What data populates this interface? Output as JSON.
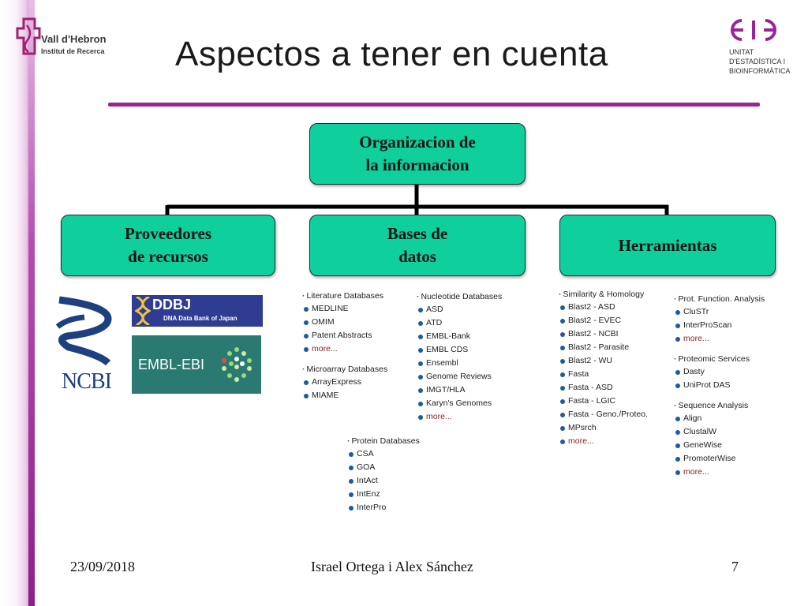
{
  "title": "Aspectos a tener en cuenta",
  "logo_left": {
    "name": "Vall d'Hebron",
    "subtitle": "Institut de Recerca"
  },
  "logo_right": {
    "mark": "eie",
    "lines": [
      "UNITAT",
      "D'ESTADÍSTICA I",
      "BIOINFORMÀTICA"
    ]
  },
  "colors": {
    "accent": "#9b2397",
    "box_fill": "#0fd09d"
  },
  "diagram": {
    "root": "Organizacion de\nla informacion",
    "children": [
      "Proveedores\nde recursos",
      "Bases de\ndatos",
      "Herramientas"
    ]
  },
  "providers": {
    "ncbi": "NCBI",
    "ddbj": {
      "name": "DDBJ",
      "subtitle": "DNA Data Bank of Japan"
    },
    "ebi": "EMBL-EBI"
  },
  "databases": {
    "literature": {
      "title": "Literature Databases",
      "items": [
        "MEDLINE",
        "OMIM",
        "Patent Abstracts",
        "more..."
      ]
    },
    "microarray": {
      "title": "Microarray Databases",
      "items": [
        "ArrayExpress",
        "MIAME"
      ]
    },
    "nucleotide": {
      "title": "Nucleotide Databases",
      "items": [
        "ASD",
        "ATD",
        "EMBL-Bank",
        "EMBL CDS",
        "Ensembl",
        "Genome Reviews",
        "IMGT/HLA",
        "Karyn's Genomes",
        "more..."
      ]
    },
    "protein": {
      "title": "Protein Databases",
      "items": [
        "CSA",
        "GOA",
        "IntAct",
        "IntEnz",
        "InterPro"
      ]
    }
  },
  "tools": {
    "similarity": {
      "title": "Similarity & Homology",
      "items": [
        "Blast2 - ASD",
        "Blast2 - EVEC",
        "Blast2 - NCBI",
        "Blast2 - Parasite",
        "Blast2 - WU",
        "Fasta",
        "Fasta - ASD",
        "Fasta - LGIC",
        "Fasta - Geno./Proteo.",
        "MPsrch",
        "more..."
      ]
    },
    "prot_function": {
      "title": "Prot. Function. Analysis",
      "items": [
        "CluSTr",
        "InterProScan",
        "more..."
      ]
    },
    "proteomic": {
      "title": "Proteomic Services",
      "items": [
        "Dasty",
        "UniProt DAS"
      ]
    },
    "sequence": {
      "title": "Sequence Analysis",
      "items": [
        "Align",
        "ClustalW",
        "GeneWise",
        "PromoterWise",
        "more..."
      ]
    }
  },
  "footer": {
    "date": "23/09/2018",
    "authors": "Israel Ortega i Alex Sánchez",
    "page": "7"
  }
}
